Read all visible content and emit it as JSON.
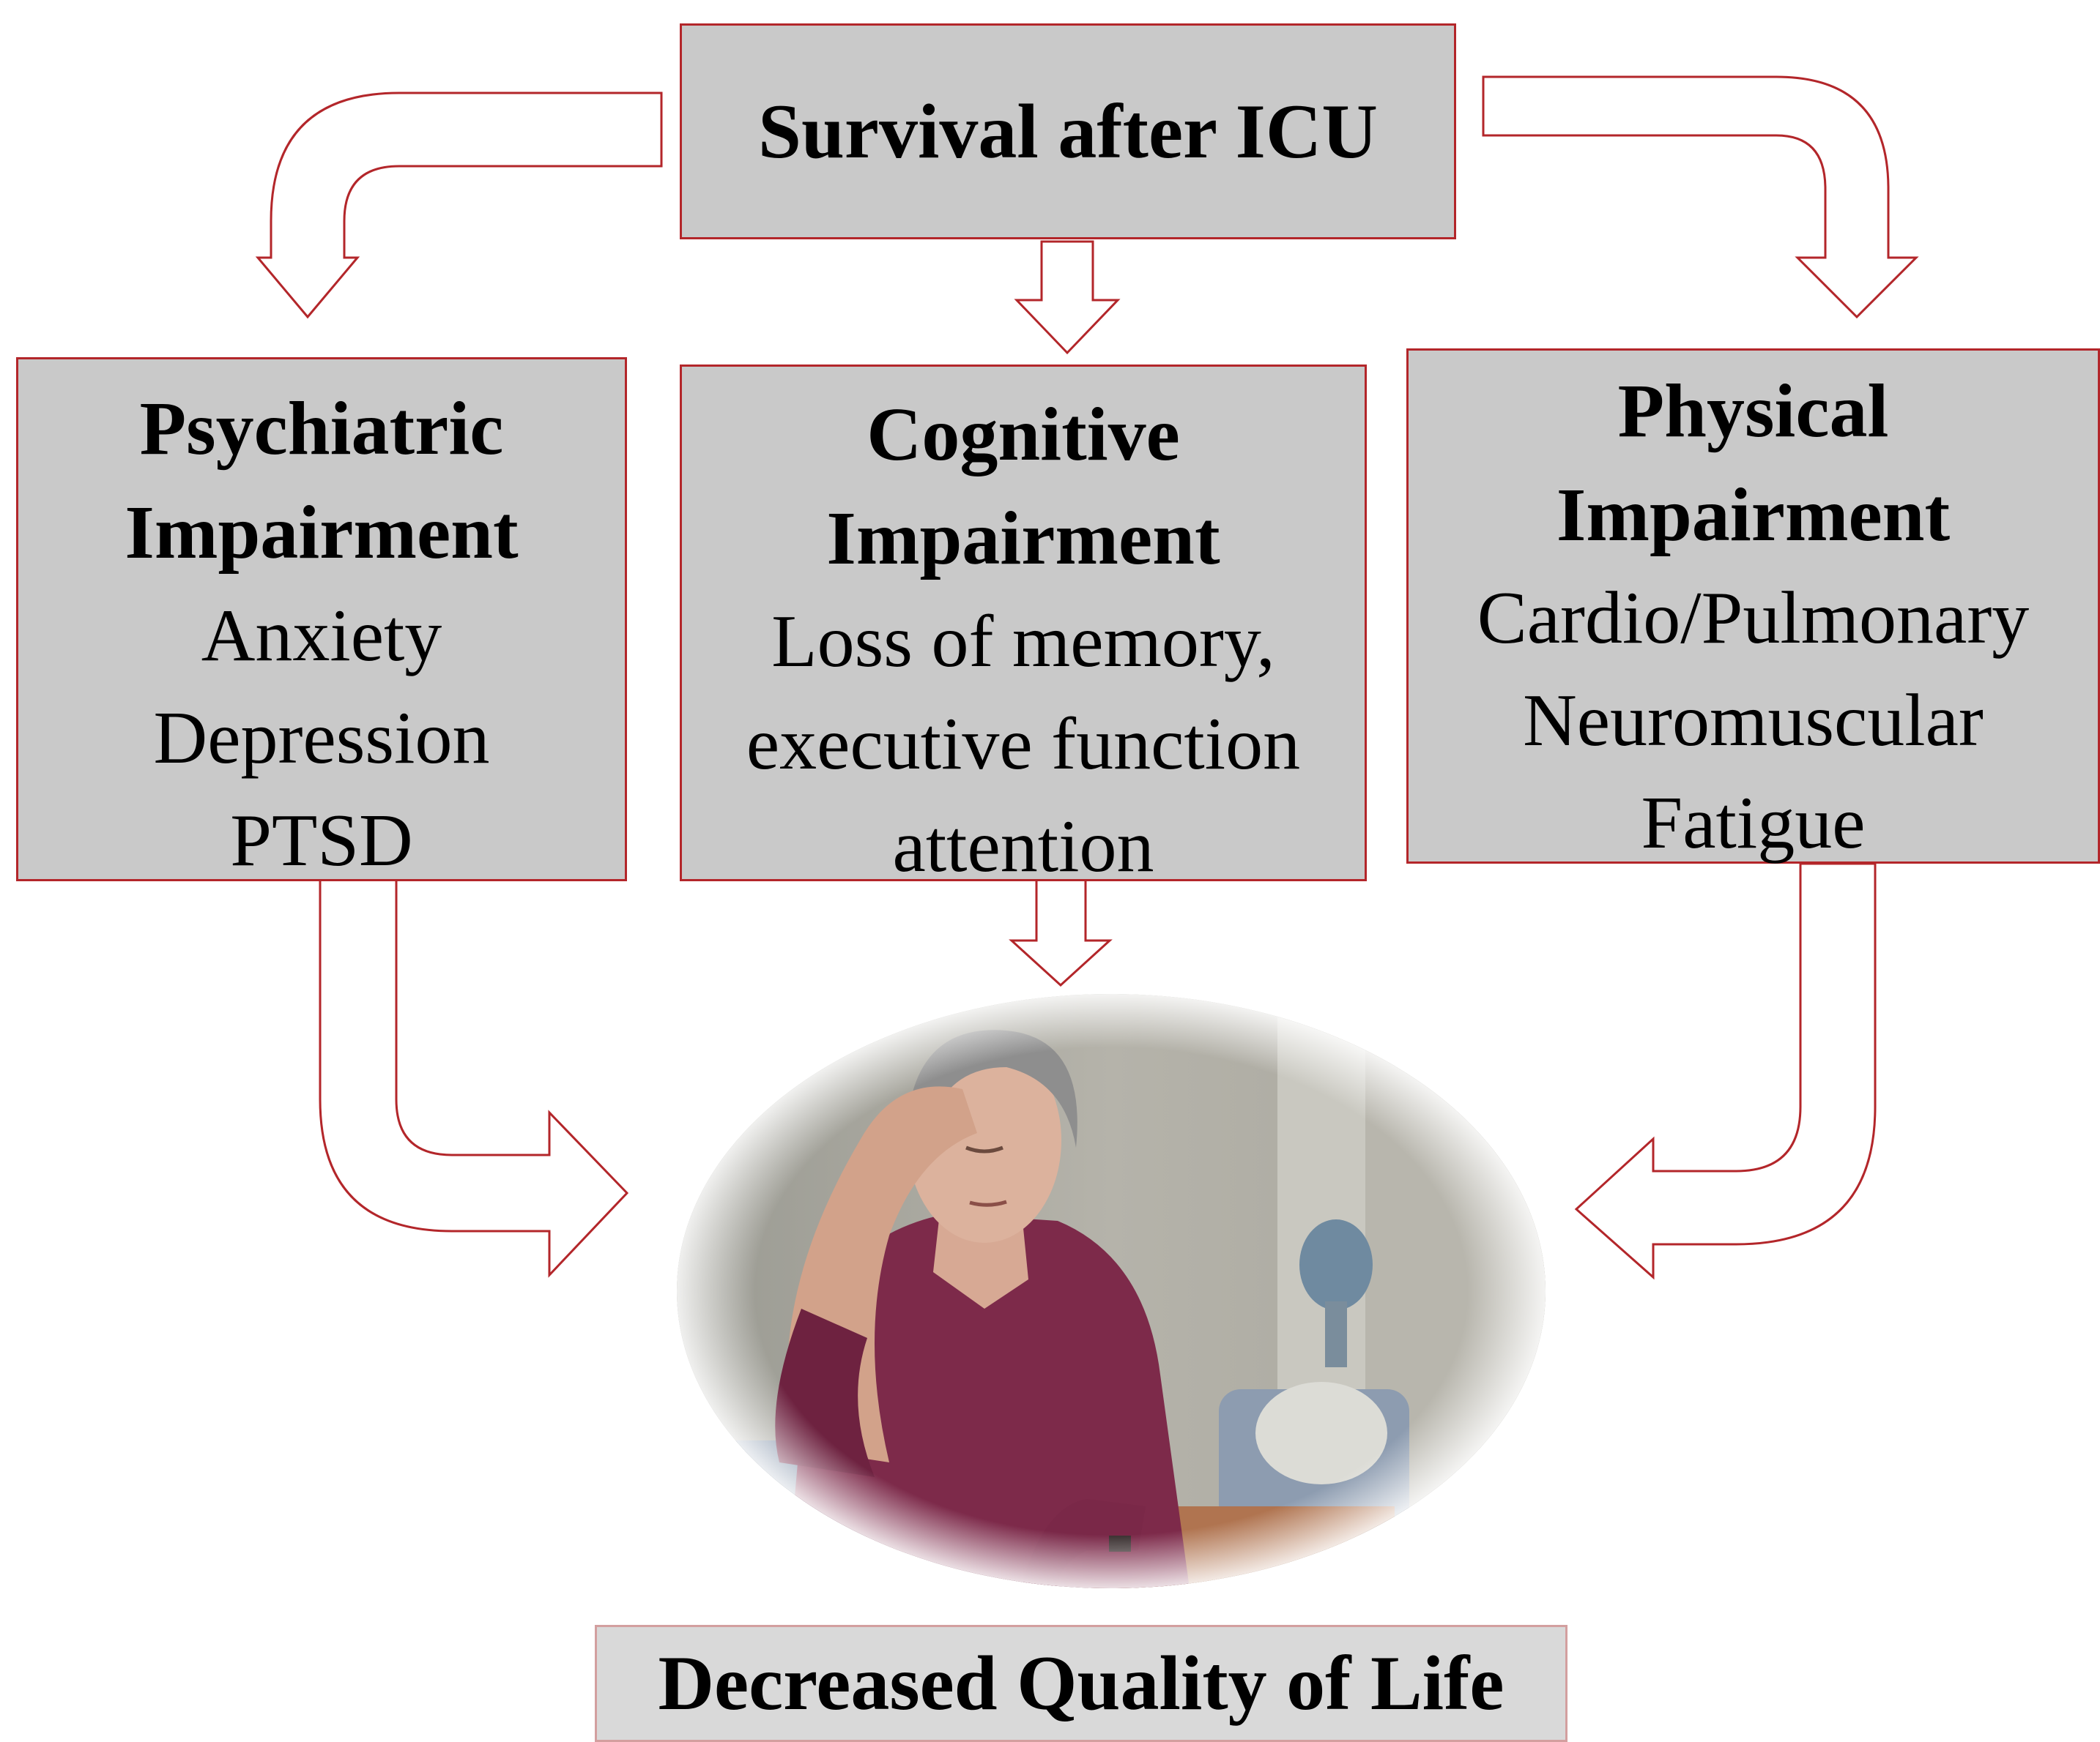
{
  "top": {
    "title": "Survival after ICU"
  },
  "boxes": [
    {
      "title_line1": "Psychiatric",
      "title_line2": "Impairment",
      "items": [
        "Anxiety",
        "Depression",
        "PTSD"
      ]
    },
    {
      "title_line1": "Cognitive",
      "title_line2": "Impairment",
      "items": [
        "Loss of memory,",
        "executive function",
        "attention"
      ]
    },
    {
      "title_line1": "Physical",
      "title_line2": "Impairment",
      "items": [
        "Cardio/Pulmonary",
        "Neuromuscular",
        "Fatigue"
      ]
    }
  ],
  "bottom": {
    "title": "Decreased Quality of Life"
  },
  "colors": {
    "box_fill": "#c9c9c9",
    "border": "#b3262a",
    "arrow_stroke": "#b3262a"
  }
}
